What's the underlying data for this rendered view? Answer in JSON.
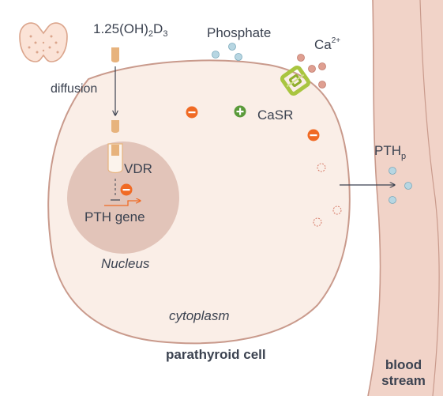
{
  "labels": {
    "vitamin_d": "1.25(OH)",
    "vitamin_d_sub2": "2",
    "vitamin_d_D": "D",
    "vitamin_d_sub3": "3",
    "diffusion": "diffusion",
    "phosphate": "Phosphate",
    "calcium": "Ca",
    "calcium_sup": "2+",
    "casr": "CaSR",
    "vdr": "VDR",
    "pth_gene": "PTH gene",
    "nucleus": "Nucleus",
    "cytoplasm": "cytoplasm",
    "cell": "parathyroid cell",
    "pthp": "PTH",
    "pthp_sub": "p",
    "blood_line1": "blood",
    "blood_line2": "stream"
  },
  "colors": {
    "cell_fill": "#faeee7",
    "cell_stroke": "#c99a8c",
    "nucleus_fill": "#e2c4b9",
    "vessel_fill": "#f1d3c8",
    "vessel_stroke": "#c99a8c",
    "inhibit": "#f06a24",
    "activate": "#5a9a3a",
    "receptor": "#a9c540",
    "phosphate_dot": "#b7d6e2",
    "calcium_dot": "#df9f91",
    "vitamin_d_capsule": "#e7b37d",
    "text": "#3b4250"
  },
  "icons": {
    "thyroid": "thyroid-gland-icon",
    "inhibit": "minus-circle-icon",
    "activate": "plus-circle-icon",
    "receptor": "casr-receptor-icon"
  }
}
